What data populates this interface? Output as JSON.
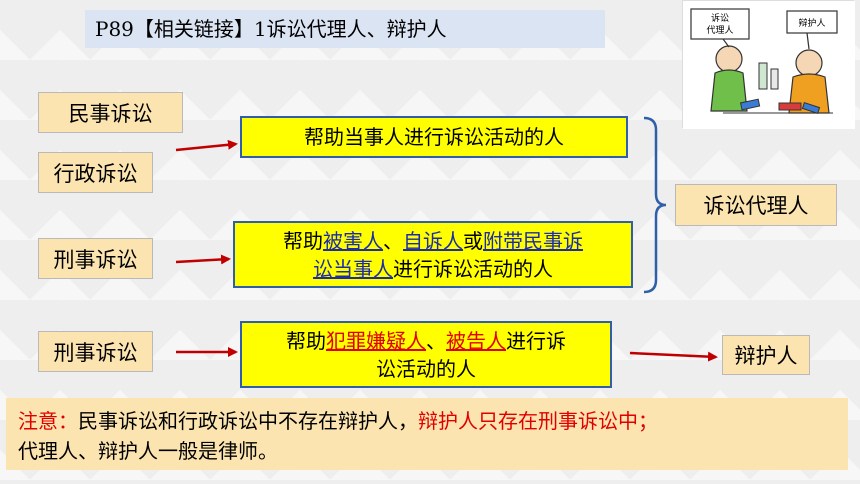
{
  "title": "P89【相关链接】1诉讼代理人、辩护人",
  "tags": {
    "civil": "民事诉讼",
    "admin": "行政诉讼",
    "criminal_1": "刑事诉讼",
    "criminal_2": "刑事诉讼"
  },
  "boxes": {
    "box1": "帮助当事人进行诉讼活动的人",
    "box2": {
      "p1": "帮助",
      "victim": "被害人",
      "p2": "、",
      "private_prosecutor": "自诉人",
      "p3": "或",
      "civil_party_a": "附带民事诉",
      "civil_party_b": "讼当事人",
      "p4": "进行诉讼活动的人"
    },
    "box3": {
      "p1": "帮助",
      "suspect": "犯罪嫌疑人",
      "p2": "、",
      "defendant": "被告人",
      "p3": "进行诉",
      "p4": "讼活动的人"
    }
  },
  "results": {
    "agent": "诉讼代理人",
    "defender": "辩护人"
  },
  "note": {
    "label": "注意：",
    "text1": "民事诉讼和行政诉讼中不存在辩护人，",
    "text_red": "辩护人只存在刑事诉讼中；",
    "text2": "代理人、辩护人一般是律师。"
  },
  "photo": {
    "sign_left_1": "诉讼",
    "sign_left_2": "代理人",
    "sign_right": "辩护人"
  },
  "colors": {
    "tag_bg": "#fbe4b0",
    "box_bg": "#ffff00",
    "box_border": "#2e5fa8",
    "arrow": "#c00000",
    "bracket": "#2e5fa8",
    "emphasis": "#e00000",
    "link": "#1d2ca8"
  }
}
